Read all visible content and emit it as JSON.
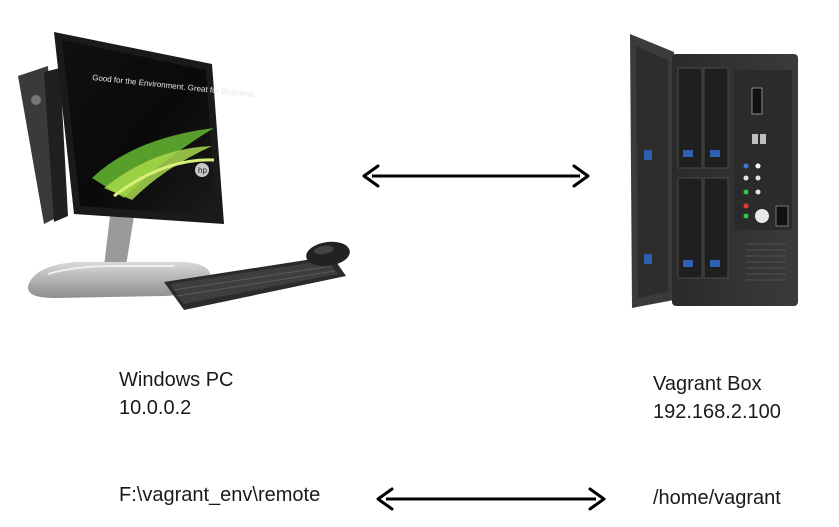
{
  "pc": {
    "name": "Windows PC",
    "ip": "10.0.0.2",
    "path": "F:\\vagrant_env\\remote",
    "screen_text": "Good for the Environment. Great for Business.",
    "brand_logo": "hp",
    "icon": "desktop-computer-icon"
  },
  "vagrant": {
    "name": "Vagrant Box",
    "ip": "192.168.2.100",
    "path": "/home/vagrant",
    "icon": "server-tower-icon"
  },
  "connections": [
    {
      "from": "pc",
      "to": "vagrant",
      "kind": "network",
      "icon": "double-arrow-icon"
    },
    {
      "from": "pc.path",
      "to": "vagrant.path",
      "kind": "sync",
      "icon": "double-arrow-icon"
    }
  ],
  "colors": {
    "arrow": "#000000",
    "text": "#1a1a1a"
  }
}
